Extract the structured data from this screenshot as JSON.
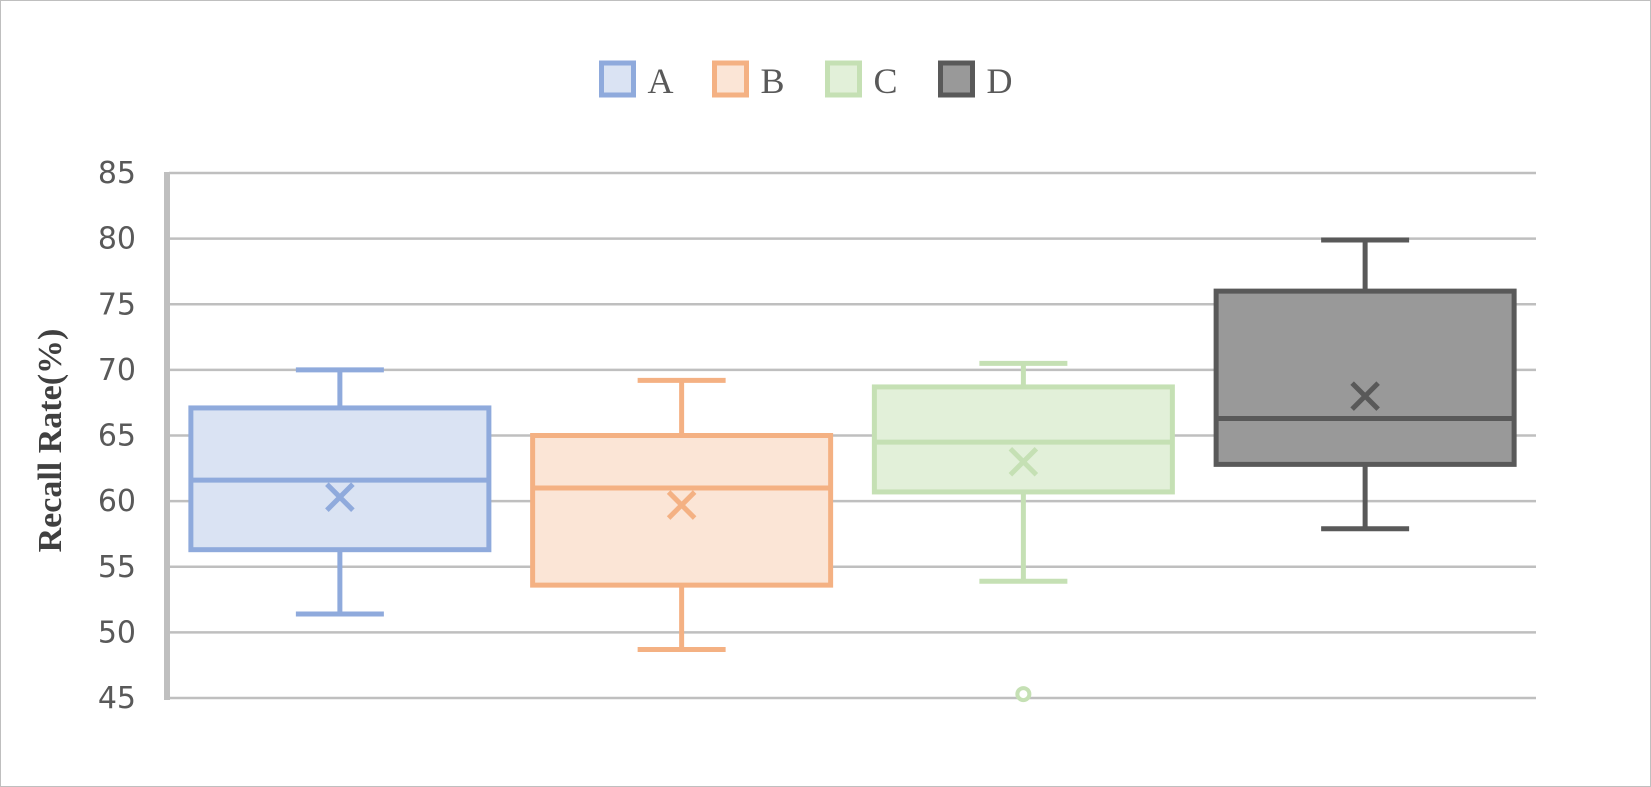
{
  "chart_data": {
    "type": "box",
    "title": "",
    "xlabel": "",
    "ylabel": "Recall Rate(%)",
    "ylim": [
      45,
      85
    ],
    "yticks": [
      45,
      50,
      55,
      60,
      65,
      70,
      75,
      80,
      85
    ],
    "grid": true,
    "legend_position": "top-center",
    "series": [
      {
        "name": "A",
        "color": "#8faadc",
        "fill": "#dae3f3",
        "min": 51.4,
        "q1": 56.3,
        "median": 61.6,
        "q3": 67.1,
        "max": 70.0,
        "mean": 60.3,
        "outliers": []
      },
      {
        "name": "B",
        "color": "#f4b183",
        "fill": "#fbe5d6",
        "min": 48.7,
        "q1": 53.6,
        "median": 61.0,
        "q3": 65.0,
        "max": 69.2,
        "mean": 59.7,
        "outliers": []
      },
      {
        "name": "C",
        "color": "#c5e0b4",
        "fill": "#e2f0d9",
        "min": 53.9,
        "q1": 60.7,
        "median": 64.5,
        "q3": 68.7,
        "max": 70.5,
        "mean": 63.0,
        "outliers": [
          45.3
        ]
      },
      {
        "name": "D",
        "color": "#595959",
        "fill": "#999999",
        "min": 57.9,
        "q1": 62.8,
        "median": 66.3,
        "q3": 76.0,
        "max": 79.9,
        "mean": 68.0,
        "outliers": []
      }
    ]
  }
}
